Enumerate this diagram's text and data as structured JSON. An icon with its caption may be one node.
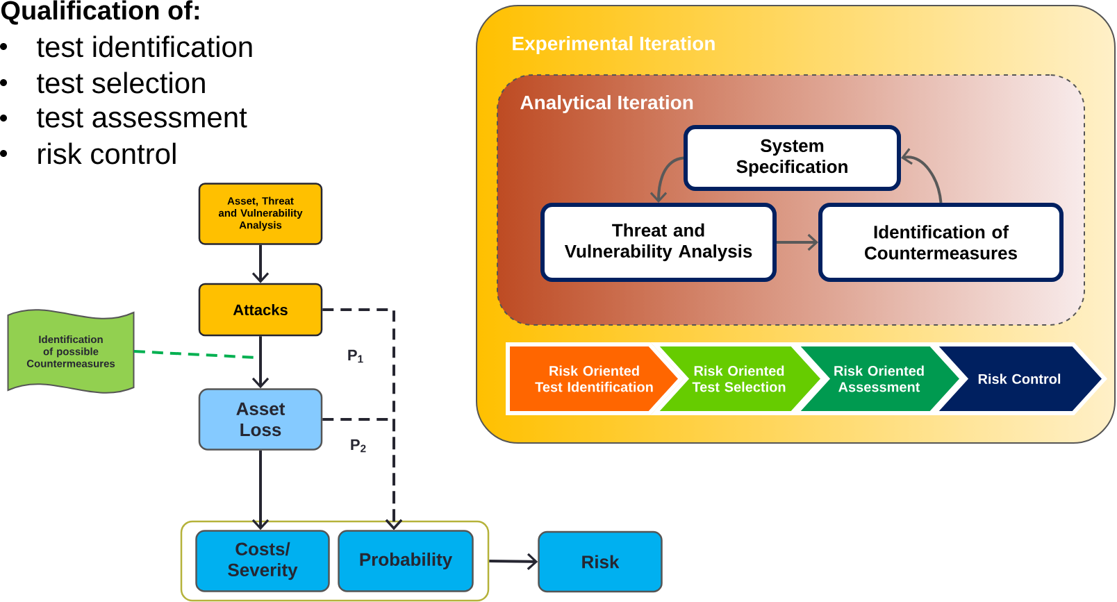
{
  "diagram": {
    "title": "Qualification of:",
    "nodes": [
      {
        "text": [
          "Asset, Threat and Vulnerability Analysis"
        ]
      },
      {
        "text": [
          "Attacks"
        ]
      },
      {
        "text": [
          "Identification of possible Countermeasures"
        ]
      },
      {
        "text": [
          "Asset Loss"
        ]
      },
      {
        "text": [],
        "shape": "box"
      },
      {
        "text": [
          "Costs/ Severity"
        ],
        "in": 4
      },
      {
        "text": [
          "Probability"
        ],
        "in": 4
      },
      {
        "text": [
          "Risk"
        ]
      },
      {
        "text": [
          "Experimental Iteration"
        ]
      },
      {
        "text": [
          "Analytical Iteration"
        ],
        "in": 8
      },
      {
        "text": [
          "System Specification"
        ],
        "in": 9
      },
      {
        "text": [
          "Threat and Vulnerability Analysis"
        ],
        "in": 9
      },
      {
        "text": [
          "Identification of Countermeasures"
        ],
        "in": 9
      },
      {
        "text": [
          "Risk Oriented Test Identification"
        ],
        "in": 8
      },
      {
        "text": [
          "Risk Oriented Test Selection"
        ],
        "in": 8
      },
      {
        "text": [
          "Risk Oriented Assessment"
        ],
        "in": 8
      },
      {
        "text": [
          "Risk Control"
        ],
        "in": 8
      }
    ],
    "edges": [
      {
        "from": 0,
        "to": 1,
        "arrow": "to"
      },
      {
        "from": 1,
        "to": 3,
        "arrow": "to"
      },
      {
        "from": 2,
        "to": null,
        "arrow": "none",
        "style": "dashed",
        "color": "#00b050"
      },
      {
        "from": 1,
        "to": 6,
        "arrow": "to",
        "style": "dashed",
        "label": "P$_{1}$"
      },
      {
        "from": 3,
        "to": 6,
        "arrow": "to",
        "style": "dashed",
        "label": "P$_{2}$"
      },
      {
        "from": 3,
        "to": 5,
        "arrow": "to"
      },
      {
        "from": 4,
        "to": 7,
        "arrow": "to"
      },
      {
        "from": 10,
        "to": 11,
        "arrow": "to",
        "color": "#595959"
      },
      {
        "from": 11,
        "to": 12,
        "arrow": "to",
        "color": "#595959"
      },
      {
        "from": 12,
        "to": 10,
        "arrow": "to",
        "color": "#595959"
      }
    ],
    "labels": [
      "test identification",
      "test selection",
      "test assessment",
      "risk control"
    ]
  }
}
